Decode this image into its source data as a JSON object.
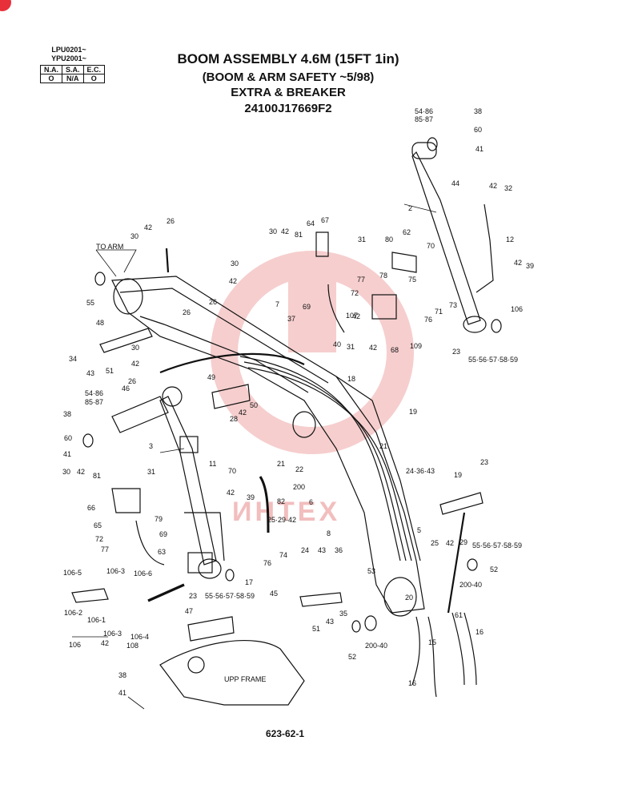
{
  "header": {
    "serial_ranges": [
      "LPU0201~",
      "YPU2001~"
    ],
    "availability": {
      "columns": [
        "N.A.",
        "S.A.",
        "E.C."
      ],
      "values": [
        "O",
        "N/A",
        "O"
      ]
    },
    "title_lines": [
      "BOOM ASSEMBLY 4.6M (15FT 1in)",
      "(BOOM & ARM SAFETY ~5/98)",
      "EXTRA & BREAKER",
      "24100J17669F2"
    ]
  },
  "colors": {
    "watermark": "#f6c9c9",
    "line": "#111111",
    "badge": "#e8303a"
  },
  "watermark_text": "ИНТЕХ",
  "diagram": {
    "labels": [
      "54·86",
      "85·87",
      "38",
      "60",
      "41",
      "44",
      "42",
      "32",
      "2",
      "12",
      "42",
      "39",
      "106",
      "55·56·57·58·59",
      "23",
      "109",
      "68",
      "76",
      "71",
      "73",
      "75",
      "78",
      "70",
      "62",
      "80",
      "31",
      "67",
      "64",
      "81",
      "42",
      "30",
      "72",
      "77",
      "107",
      "69",
      "42",
      "31",
      "42",
      "40",
      "26",
      "42",
      "30",
      "TO ARM",
      "55",
      "26",
      "7",
      "37",
      "30",
      "42",
      "26",
      "48",
      "34",
      "43",
      "51",
      "30",
      "42",
      "26",
      "46",
      "49",
      "18",
      "19",
      "21",
      "54·86",
      "85·87",
      "38",
      "60",
      "41",
      "50",
      "42",
      "28",
      "21",
      "22",
      "3",
      "11",
      "30",
      "42",
      "81",
      "31",
      "66",
      "65",
      "79",
      "72",
      "77",
      "69",
      "63",
      "70",
      "82",
      "42",
      "39",
      "76",
      "74",
      "17",
      "200",
      "6",
      "25·29·42",
      "24·36·43",
      "23",
      "19",
      "8",
      "5",
      "25",
      "42",
      "29",
      "55·56·57·58·59",
      "52",
      "200-40",
      "53",
      "20",
      "61",
      "24",
      "43",
      "36",
      "45",
      "51",
      "43",
      "35",
      "23",
      "55·56·57·58·59",
      "200-40",
      "52",
      "15",
      "16",
      "16",
      "106-5",
      "106-3",
      "106-6",
      "106-2",
      "106-1",
      "106",
      "106-3",
      "42",
      "106-4",
      "108",
      "47",
      "UPP FRAME",
      "38",
      "41"
    ],
    "figure_number": "623-62-1"
  }
}
